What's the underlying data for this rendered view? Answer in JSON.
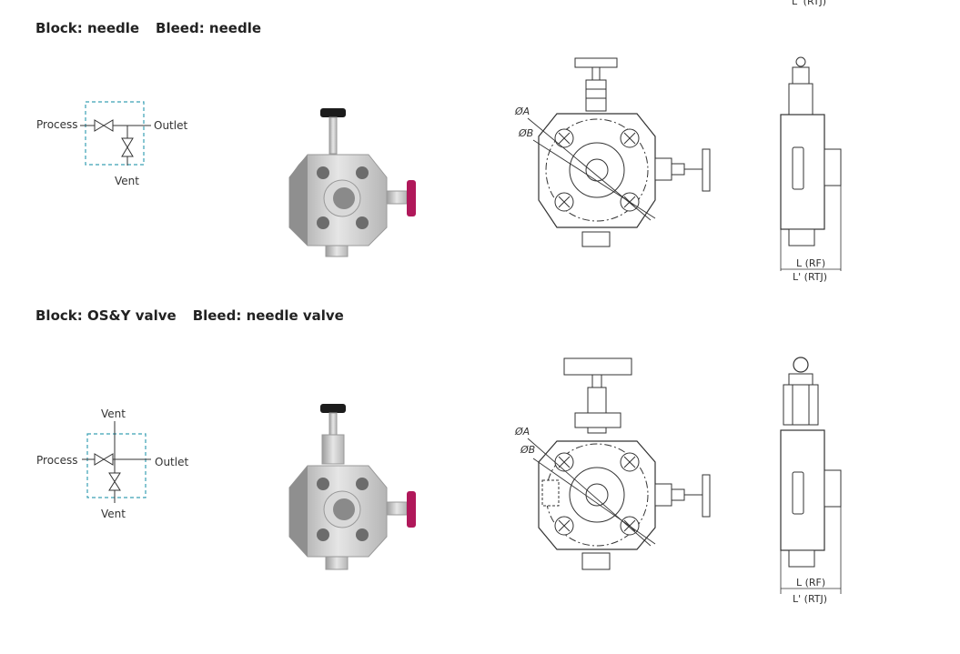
{
  "top_fragment": "L' (RTJ)",
  "sections": [
    {
      "block": "Block: needle",
      "bleed": "Bleed: needle",
      "schematic": {
        "process": "Process",
        "outlet": "Outlet",
        "vent": "Vent"
      },
      "front": {
        "dia_a": "ØA",
        "dia_b": "ØB"
      },
      "side": {
        "l_rf": "L (RF)",
        "l_rtj": "L' (RTJ)"
      }
    },
    {
      "block": "Block: OS&Y valve",
      "bleed": "Bleed: needle valve",
      "schematic": {
        "vent_top": "Vent",
        "process": "Process",
        "outlet": "Outlet",
        "vent": "Vent"
      },
      "front": {
        "dia_a": "ØA",
        "dia_b": "ØB"
      },
      "side": {
        "l_rf": "L (RF)",
        "l_rtj": "L' (RTJ)"
      }
    }
  ],
  "colors": {
    "schematic_box": "#3aa0b5",
    "handle_red": "#b0185a",
    "handle_black": "#1c1c1c",
    "body_gray": "#cfcfcf"
  }
}
